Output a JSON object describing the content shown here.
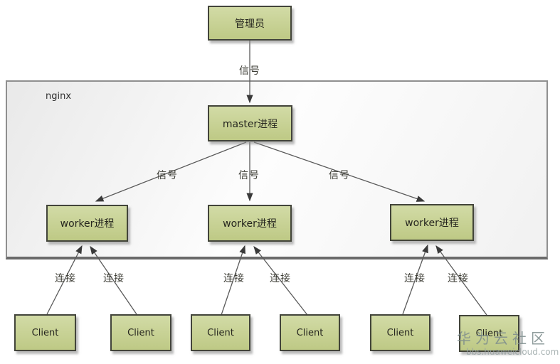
{
  "diagram": {
    "container": {
      "label": "nginx"
    },
    "nodes": {
      "admin": {
        "label": "管理员"
      },
      "master": {
        "label": "master进程"
      },
      "workers": [
        {
          "label": "worker进程"
        },
        {
          "label": "worker进程"
        },
        {
          "label": "worker进程"
        }
      ],
      "clients": [
        {
          "label": "Client"
        },
        {
          "label": "Client"
        },
        {
          "label": "Client"
        },
        {
          "label": "Client"
        },
        {
          "label": "Client"
        },
        {
          "label": "Client"
        }
      ]
    },
    "edges": {
      "signals": [
        "信号",
        "信号",
        "信号",
        "信号"
      ],
      "connections": [
        "连接",
        "连接",
        "连接",
        "连接",
        "连接",
        "连接"
      ]
    },
    "watermark": {
      "community": "华为云社区",
      "site": "bbs.huaweicloud.com"
    },
    "colors": {
      "node_fill_top": "#d2dba6",
      "node_fill_bottom": "#bec985",
      "node_border": "#42443a",
      "container_border": "#8f8f8f",
      "line": "#5a5a5a",
      "arrow": "#3a3a3a"
    }
  }
}
